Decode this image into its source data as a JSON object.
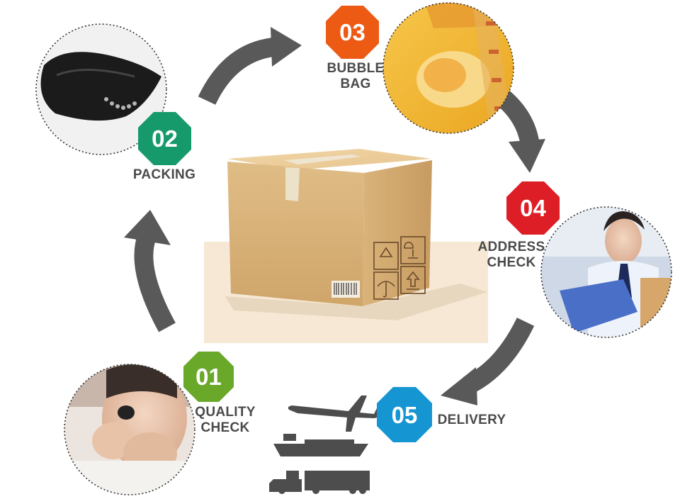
{
  "steps": [
    {
      "number": "01",
      "label_lines": [
        "QUALITY",
        "CHECK"
      ],
      "color": "#6aa82a"
    },
    {
      "number": "02",
      "label_lines": [
        "PACKING"
      ],
      "color": "#169a6c"
    },
    {
      "number": "03",
      "label_lines": [
        "BUBBLE",
        "BAG"
      ],
      "color": "#ec5a14"
    },
    {
      "number": "04",
      "label_lines": [
        "ADDRESS",
        "CHECK"
      ],
      "color": "#de1e26"
    },
    {
      "number": "05",
      "label_lines": [
        "DELIVERY"
      ],
      "color": "#1596d2"
    }
  ],
  "arrow_color": "#595959",
  "photos": {
    "quality_check": "inspector-with-loupe-photo",
    "packing": "black-velvet-pouch-photo",
    "bubble_bag": "yellow-bubble-mailer-photo",
    "address_check": "courier-with-clipboard-photo"
  },
  "center_image": "cardboard-shipping-box",
  "transport_icons": [
    "airplane-icon",
    "cargo-ship-icon",
    "truck-icon"
  ]
}
